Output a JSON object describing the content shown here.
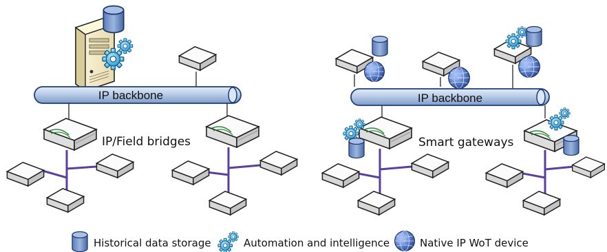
{
  "left_panel": {
    "backbone_label": "IP backbone",
    "bridge_label": "IP/Field bridges"
  },
  "right_panel": {
    "backbone_label": "IP backbone",
    "gateway_label": "Smart gateways"
  },
  "legend": [
    {
      "icon": "database-icon",
      "label": "Historical data storage"
    },
    {
      "icon": "gears-icon",
      "label": "Automation and intelligence"
    },
    {
      "icon": "globe-icon",
      "label": "Native IP WoT device"
    }
  ],
  "colors": {
    "backbone_fill": "#b8cbe6",
    "backbone_stroke": "#1d3d73",
    "field_bus": "#5a3fa0",
    "device_fill": "#f4f4f4",
    "database_fill": "#6f8fc6",
    "gear_fill": "#2fa6d8",
    "globe_fill": "#3f63b6"
  }
}
